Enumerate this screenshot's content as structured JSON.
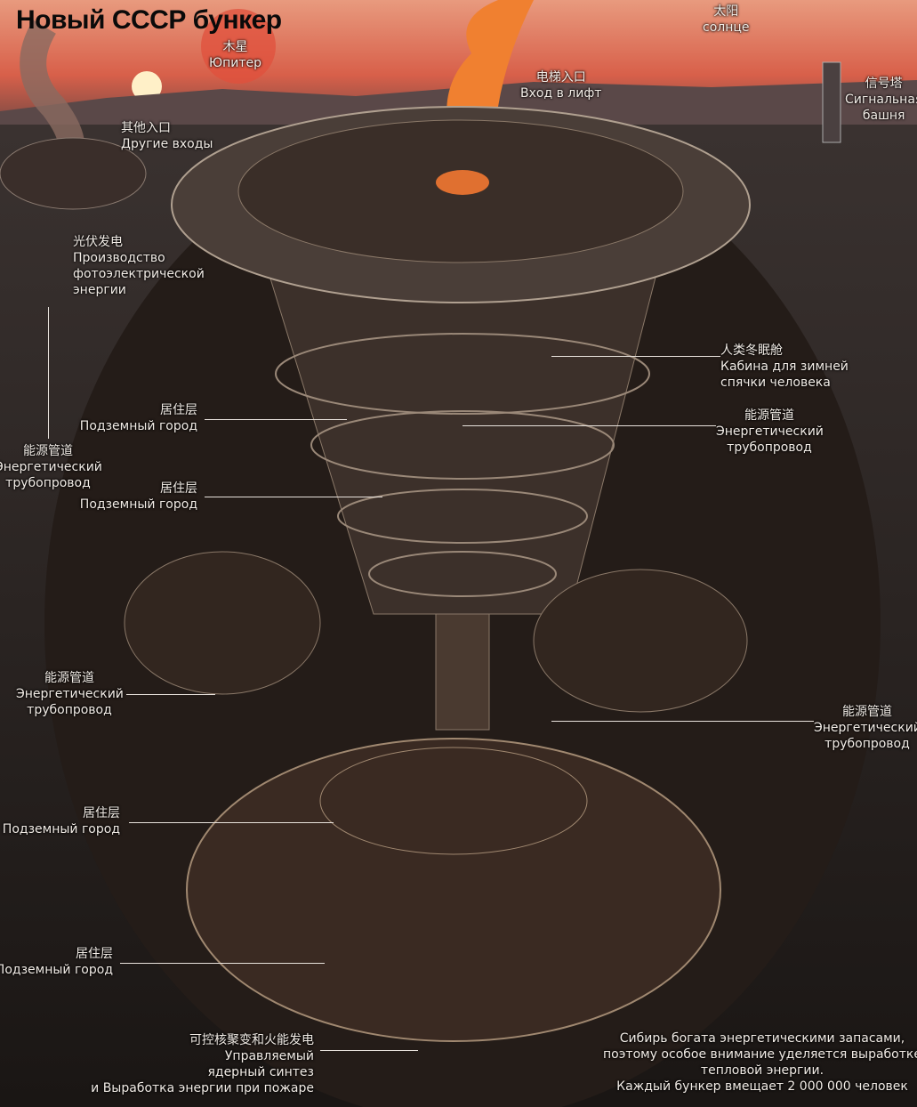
{
  "title": "Новый СССР бункер",
  "labels": {
    "jupiter": {
      "zh": "木星",
      "ru": "Юпитер"
    },
    "sun": {
      "zh": "太阳",
      "ru": "солнце"
    },
    "elevator": {
      "zh": "电梯入口",
      "ru": "Вход в лифт"
    },
    "signal_tower": {
      "zh": "信号塔",
      "ru1": "Сигнальная",
      "ru2": "башня"
    },
    "other_entrances": {
      "zh": "其他入口",
      "ru": "Другие входы"
    },
    "photovoltaic": {
      "zh": "光伏发电",
      "ru1": "Производство",
      "ru2": "фотоэлектрической",
      "ru3": "энергии"
    },
    "hibernation": {
      "zh": "人类冬眠舱",
      "ru1": "Кабина для зимней",
      "ru2": "спячки человека"
    },
    "living_1": {
      "zh": "居住层",
      "ru": "Подземный город"
    },
    "living_2": {
      "zh": "居住层",
      "ru": "Подземный город"
    },
    "living_3": {
      "zh": "居住层",
      "ru": "Подземный город"
    },
    "living_4": {
      "zh": "居住层",
      "ru": "Подземный город"
    },
    "pipeline_left_1": {
      "zh": "能源管道",
      "ru1": "Энергетический",
      "ru2": "трубопровод"
    },
    "pipeline_right_1": {
      "zh": "能源管道",
      "ru1": "Энергетический",
      "ru2": "трубопровод"
    },
    "pipeline_left_2": {
      "zh": "能源管道",
      "ru1": "Энергетический",
      "ru2": "трубопровод"
    },
    "pipeline_right_2": {
      "zh": "能源管道",
      "ru1": "Энергетический",
      "ru2": "трубопровод"
    },
    "fusion": {
      "zh": "可控核聚变和火能发电",
      "ru1": "Управляемый",
      "ru2": "ядерный синтез",
      "ru3": "и Выработка энергии при пожаре"
    }
  },
  "note": {
    "line1": "Сибирь богата энергетическими запасами,",
    "line2": "поэтому особое внимание уделяется выработке",
    "line3": "тепловой энергии.",
    "line4": "Каждый бункер вмещает 2 000 000 человек"
  }
}
